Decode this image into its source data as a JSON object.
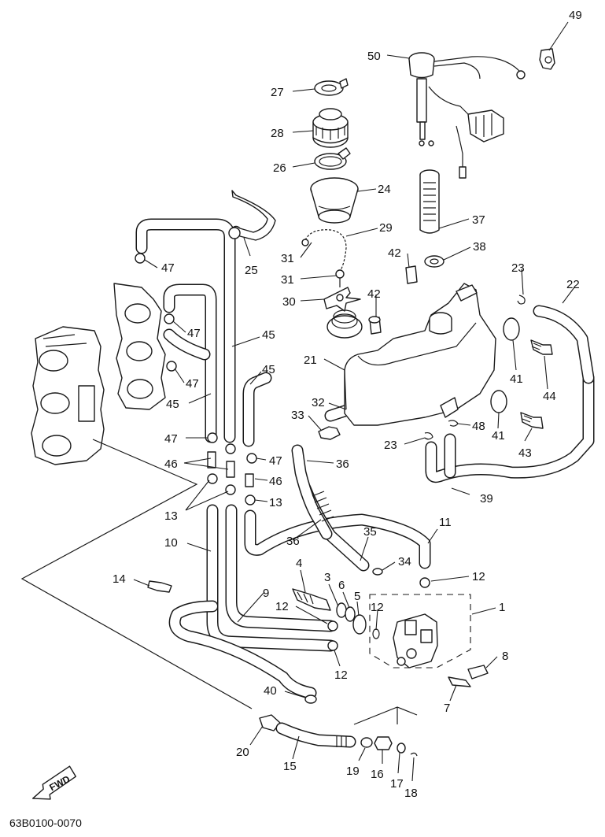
{
  "diagram_code": "63B0100-0070",
  "fwd_label": "FWD",
  "callouts": [
    {
      "id": "c49",
      "label": "49"
    },
    {
      "id": "c50",
      "label": "50"
    },
    {
      "id": "c27",
      "label": "27"
    },
    {
      "id": "c28",
      "label": "28"
    },
    {
      "id": "c26",
      "label": "26"
    },
    {
      "id": "c24",
      "label": "24"
    },
    {
      "id": "c37",
      "label": "37"
    },
    {
      "id": "c29",
      "label": "29"
    },
    {
      "id": "c25",
      "label": "25"
    },
    {
      "id": "c38",
      "label": "38"
    },
    {
      "id": "c42a",
      "label": "42"
    },
    {
      "id": "c23a",
      "label": "23"
    },
    {
      "id": "c22",
      "label": "22"
    },
    {
      "id": "c31a",
      "label": "31"
    },
    {
      "id": "c31b",
      "label": "31"
    },
    {
      "id": "c30",
      "label": "30"
    },
    {
      "id": "c42b",
      "label": "42"
    },
    {
      "id": "c47a",
      "label": "47"
    },
    {
      "id": "c47b",
      "label": "47"
    },
    {
      "id": "c47c",
      "label": "47"
    },
    {
      "id": "c45a",
      "label": "45"
    },
    {
      "id": "c45b",
      "label": "45"
    },
    {
      "id": "c45c",
      "label": "45"
    },
    {
      "id": "c21",
      "label": "21"
    },
    {
      "id": "c41a",
      "label": "41"
    },
    {
      "id": "c44",
      "label": "44"
    },
    {
      "id": "c32",
      "label": "32"
    },
    {
      "id": "c33",
      "label": "33"
    },
    {
      "id": "c41b",
      "label": "41"
    },
    {
      "id": "c48",
      "label": "48"
    },
    {
      "id": "c23b",
      "label": "23"
    },
    {
      "id": "c43",
      "label": "43"
    },
    {
      "id": "c47d",
      "label": "47"
    },
    {
      "id": "c47e",
      "label": "47"
    },
    {
      "id": "c36a",
      "label": "36"
    },
    {
      "id": "c46a",
      "label": "46"
    },
    {
      "id": "c46b",
      "label": "46"
    },
    {
      "id": "c39",
      "label": "39"
    },
    {
      "id": "c13a",
      "label": "13"
    },
    {
      "id": "c13b",
      "label": "13"
    },
    {
      "id": "c11",
      "label": "11"
    },
    {
      "id": "c10",
      "label": "10"
    },
    {
      "id": "c35",
      "label": "35"
    },
    {
      "id": "c36b",
      "label": "36"
    },
    {
      "id": "c34",
      "label": "34"
    },
    {
      "id": "c12a",
      "label": "12"
    },
    {
      "id": "c14",
      "label": "14"
    },
    {
      "id": "c4",
      "label": "4"
    },
    {
      "id": "c3",
      "label": "3"
    },
    {
      "id": "c6",
      "label": "6"
    },
    {
      "id": "c9",
      "label": "9"
    },
    {
      "id": "c5",
      "label": "5"
    },
    {
      "id": "c12b",
      "label": "12"
    },
    {
      "id": "c12c",
      "label": "12"
    },
    {
      "id": "c1",
      "label": "1"
    },
    {
      "id": "c8",
      "label": "8"
    },
    {
      "id": "c12d",
      "label": "12"
    },
    {
      "id": "c40",
      "label": "40"
    },
    {
      "id": "c7",
      "label": "7"
    },
    {
      "id": "c20",
      "label": "20"
    },
    {
      "id": "c15",
      "label": "15"
    },
    {
      "id": "c19",
      "label": "19"
    },
    {
      "id": "c16",
      "label": "16"
    },
    {
      "id": "c17",
      "label": "17"
    },
    {
      "id": "c18",
      "label": "18"
    }
  ]
}
